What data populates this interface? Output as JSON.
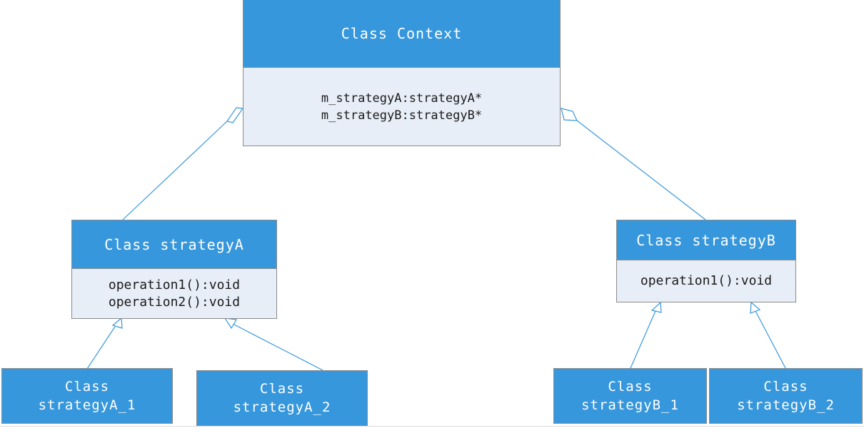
{
  "context": {
    "title": "Class Context",
    "members": [
      "m_strategyA:strategyA*",
      "m_strategyB:strategyB*"
    ]
  },
  "strategyA": {
    "title": "Class strategyA",
    "members": [
      "operation1():void",
      "operation2():void"
    ]
  },
  "strategyB": {
    "title": "Class strategyB",
    "members": [
      "operation1():void"
    ]
  },
  "strategyA_1": {
    "line1": "Class",
    "line2": "strategyA_1"
  },
  "strategyA_2": {
    "line1": "Class",
    "line2": "strategyA_2"
  },
  "strategyB_1": {
    "line1": "Class",
    "line2": "strategyB_1"
  },
  "strategyB_2": {
    "line1": "Class",
    "line2": "strategyB_2"
  },
  "colors": {
    "header": "#3797dc",
    "body": "#e8eef8",
    "border": "#8a8a8a",
    "connector": "#3797dc"
  },
  "relations": [
    {
      "from": "strategyA",
      "to": "context",
      "kind": "aggregation"
    },
    {
      "from": "strategyB",
      "to": "context",
      "kind": "aggregation"
    },
    {
      "from": "strategyA_1",
      "to": "strategyA",
      "kind": "inheritance"
    },
    {
      "from": "strategyA_2",
      "to": "strategyA",
      "kind": "inheritance"
    },
    {
      "from": "strategyB_1",
      "to": "strategyB",
      "kind": "inheritance"
    },
    {
      "from": "strategyB_2",
      "to": "strategyB",
      "kind": "inheritance"
    }
  ]
}
